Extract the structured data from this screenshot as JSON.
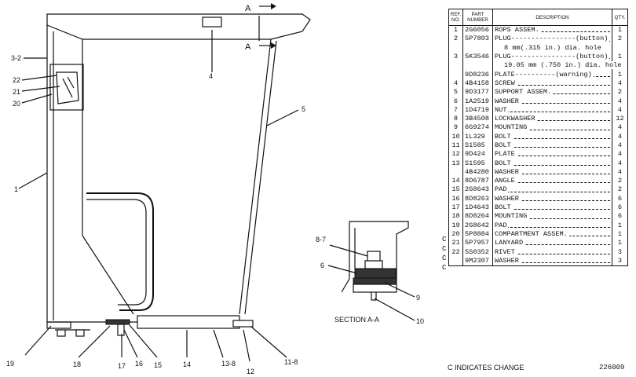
{
  "section_labels": {
    "arrow_top": "A",
    "arrow_mid": "A",
    "section_title": "SECTION A-A"
  },
  "callouts": {
    "c3_2": "3-2",
    "c22": "22",
    "c21": "21",
    "c20": "20",
    "c1": "1",
    "c4": "4",
    "c5": "5",
    "c19": "19",
    "c18": "18",
    "c17": "17",
    "c16": "16",
    "c15": "15",
    "c14": "14",
    "c13_8": "13-8",
    "c12": "12",
    "c11_8": "11-8",
    "c8_7": "8-7",
    "c6": "6",
    "c9": "9",
    "c10": "10"
  },
  "table": {
    "headers": {
      "ref": "REF. NO.",
      "part": "PART NUMBER",
      "desc": "DESCRIPTION",
      "qty": "QTY."
    },
    "rows": [
      {
        "ref": "1",
        "part": "2G6056",
        "desc": "ROPS ASSEM.",
        "qty": "1"
      },
      {
        "ref": "2",
        "part": "5P7803",
        "desc": "PLUG----------------(button)",
        "qty": "2"
      },
      {
        "ref": "",
        "part": "",
        "desc": "8 mm(.315 in.) dia. hole",
        "qty": "",
        "sub": true
      },
      {
        "ref": "3",
        "part": "5K3546",
        "desc": "PLUG----------------(button)",
        "qty": "1"
      },
      {
        "ref": "",
        "part": "",
        "desc": "19.05 mm (.750 in.) dia. hole",
        "qty": "",
        "sub": true
      },
      {
        "ref": "",
        "part": "9D8236",
        "desc": "PLATE----------(warning)",
        "qty": "1"
      },
      {
        "ref": "4",
        "part": "4B4158",
        "desc": "SCREW",
        "qty": "4"
      },
      {
        "ref": "5",
        "part": "9D3177",
        "desc": "SUPPORT ASSEM.",
        "qty": "2"
      },
      {
        "ref": "6",
        "part": "1A2519",
        "desc": "WASHER",
        "qty": "4"
      },
      {
        "ref": "7",
        "part": "1D4719",
        "desc": "NUT",
        "qty": "4"
      },
      {
        "ref": "8",
        "part": "3B4508",
        "desc": "LOCKWASHER",
        "qty": "12"
      },
      {
        "ref": "9",
        "part": "6G9274",
        "desc": "MOUNTING",
        "qty": "4"
      },
      {
        "ref": "10",
        "part": "1L329",
        "desc": "BOLT",
        "qty": "4"
      },
      {
        "ref": "11",
        "part": "S1585",
        "desc": "BOLT",
        "qty": "4"
      },
      {
        "ref": "12",
        "part": "9D424",
        "desc": "PLATE",
        "qty": "4"
      },
      {
        "ref": "13",
        "part": "S1595",
        "desc": "BOLT",
        "qty": "4"
      },
      {
        "ref": "",
        "part": "4B4280",
        "desc": "WASHER",
        "qty": "4"
      },
      {
        "ref": "14",
        "part": "8D6787",
        "desc": "ANGLE",
        "qty": "2"
      },
      {
        "ref": "15",
        "part": "2G8643",
        "desc": "PAD",
        "qty": "2"
      },
      {
        "ref": "16",
        "part": "8D8263",
        "desc": "WASHER",
        "qty": "6"
      },
      {
        "ref": "17",
        "part": "1D4643",
        "desc": "BOLT",
        "qty": "6"
      },
      {
        "ref": "18",
        "part": "8D8264",
        "desc": "MOUNTING",
        "qty": "6"
      },
      {
        "ref": "19",
        "part": "2G8642",
        "desc": "PAD",
        "qty": "1"
      },
      {
        "ref": "20",
        "part": "5P8884",
        "desc": "COMPARTMENT ASSEM.",
        "qty": "1"
      },
      {
        "ref": "21",
        "part": "5P7957",
        "desc": "LANYARD",
        "qty": "1"
      },
      {
        "ref": "22",
        "part": "5S0352",
        "desc": "RIVET",
        "qty": "3"
      },
      {
        "ref": "",
        "part": "9M2307",
        "desc": "WASHER",
        "qty": "3"
      }
    ]
  },
  "c_marks": [
    "C",
    "C",
    "C",
    "C"
  ],
  "footer": {
    "note": "C INDICATES CHANGE",
    "drawing_number": "226009"
  }
}
